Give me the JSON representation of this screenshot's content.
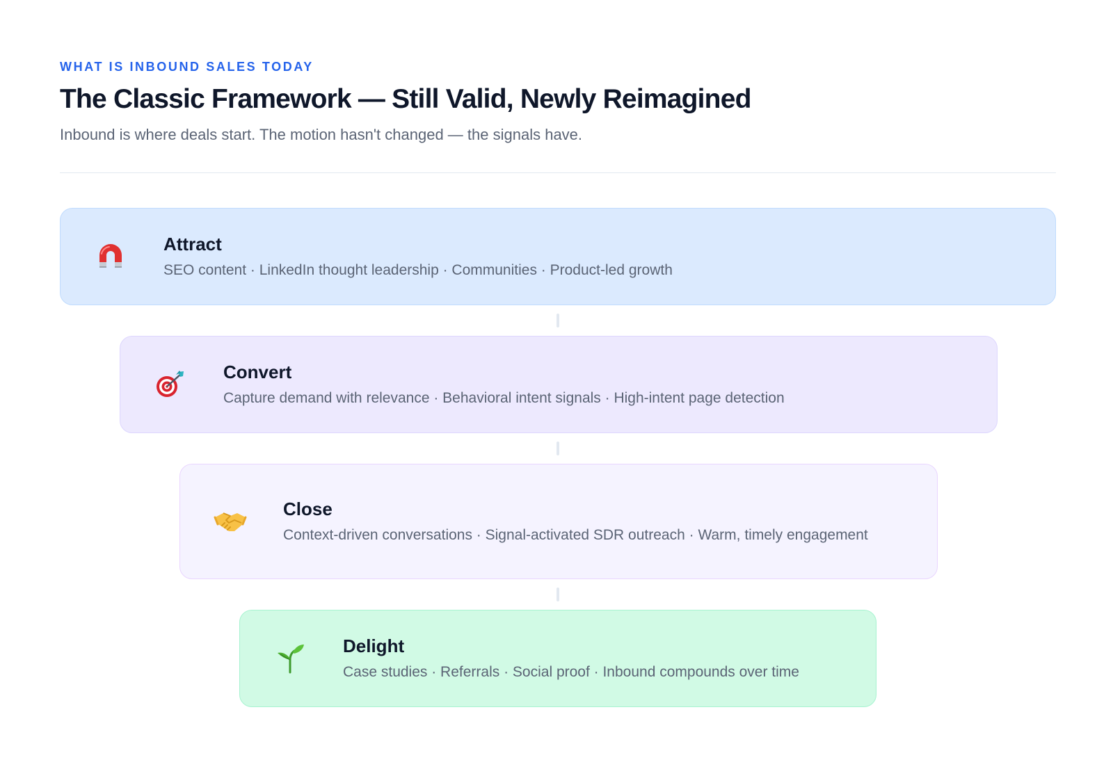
{
  "header": {
    "eyebrow": "WHAT IS INBOUND SALES TODAY",
    "title": "The Classic Framework — Still Valid, Newly Reimagined",
    "subtitle": "Inbound is where deals start. The motion hasn't changed — the signals have."
  },
  "stages": [
    {
      "name": "Attract",
      "icon": "magnet-icon",
      "description": "SEO content · LinkedIn thought leadership · Communities · Product-led growth",
      "background": "#dbeafe",
      "border": "#bfdbfe"
    },
    {
      "name": "Convert",
      "icon": "target-icon",
      "description": "Capture demand with relevance · Behavioral intent signals · High-intent page detection",
      "background": "#ede9fe",
      "border": "#ddd6fe"
    },
    {
      "name": "Close",
      "icon": "handshake-icon",
      "description": "Context-driven conversations · Signal-activated SDR outreach · Warm, timely engagement",
      "background": "#f5f3ff",
      "border": "#e9d5ff"
    },
    {
      "name": "Delight",
      "icon": "seedling-icon",
      "description": "Case studies · Referrals · Social proof · Inbound compounds over time",
      "background": "#d1fae5",
      "border": "#a7f3d0"
    }
  ],
  "colors": {
    "accent": "#2563eb",
    "heading": "#0f172a",
    "muted": "#5b6475"
  }
}
